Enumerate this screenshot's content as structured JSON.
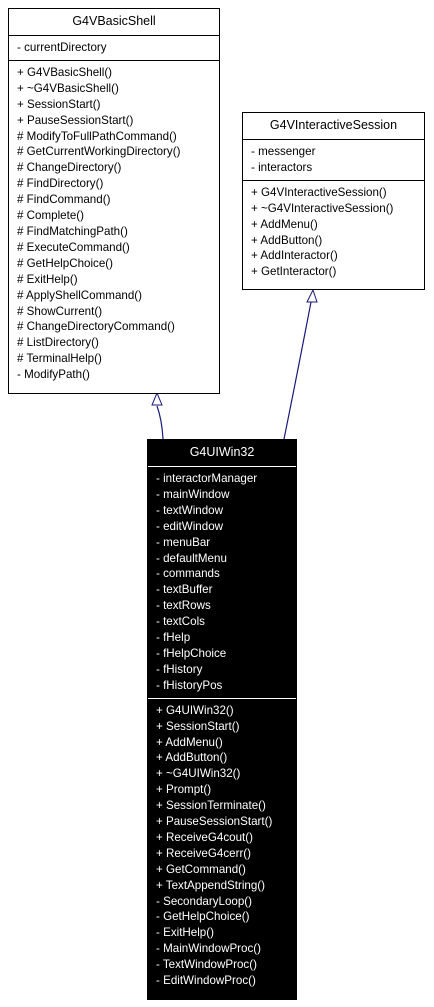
{
  "classes": {
    "basic_shell": {
      "name": "G4VBasicShell",
      "attributes": [
        "- currentDirectory"
      ],
      "methods": [
        "+ G4VBasicShell()",
        "+ ~G4VBasicShell()",
        "+ SessionStart()",
        "+ PauseSessionStart()",
        "# ModifyToFullPathCommand()",
        "# GetCurrentWorkingDirectory()",
        "# ChangeDirectory()",
        "# FindDirectory()",
        "# FindCommand()",
        "# Complete()",
        "# FindMatchingPath()",
        "# ExecuteCommand()",
        "# GetHelpChoice()",
        "# ExitHelp()",
        "# ApplyShellCommand()",
        "# ShowCurrent()",
        "# ChangeDirectoryCommand()",
        "# ListDirectory()",
        "# TerminalHelp()",
        "- ModifyPath()"
      ]
    },
    "interactive_session": {
      "name": "G4VInteractiveSession",
      "attributes": [
        "- messenger",
        "- interactors"
      ],
      "methods": [
        "+ G4VInteractiveSession()",
        "+ ~G4VInteractiveSession()",
        "+ AddMenu()",
        "+ AddButton()",
        "+ AddInteractor()",
        "+ GetInteractor()"
      ]
    },
    "ui_win32": {
      "name": "G4UIWin32",
      "attributes": [
        "- interactorManager",
        "- mainWindow",
        "- textWindow",
        "- editWindow",
        "- menuBar",
        "- defaultMenu",
        "- commands",
        "- textBuffer",
        "- textRows",
        "- textCols",
        "- fHelp",
        "- fHelpChoice",
        "- fHistory",
        "- fHistoryPos"
      ],
      "methods": [
        "+ G4UIWin32()",
        "+ SessionStart()",
        "+ AddMenu()",
        "+ AddButton()",
        "+ ~G4UIWin32()",
        "+ Prompt()",
        "+ SessionTerminate()",
        "+ PauseSessionStart()",
        "+ ReceiveG4cout()",
        "+ ReceiveG4cerr()",
        "+ GetCommand()",
        "+ TextAppendString()",
        "- SecondaryLoop()",
        "- GetHelpChoice()",
        "- ExitHelp()",
        "- MainWindowProc()",
        "- TextWindowProc()",
        "- EditWindowProc()"
      ]
    }
  },
  "relations": [
    {
      "from": "G4UIWin32",
      "to": "G4VBasicShell",
      "type": "inheritance"
    },
    {
      "from": "G4UIWin32",
      "to": "G4VInteractiveSession",
      "type": "inheritance"
    }
  ],
  "colors": {
    "edge": "#1a1a7a",
    "dark_box": "#000000",
    "light_box": "#ffffff"
  }
}
